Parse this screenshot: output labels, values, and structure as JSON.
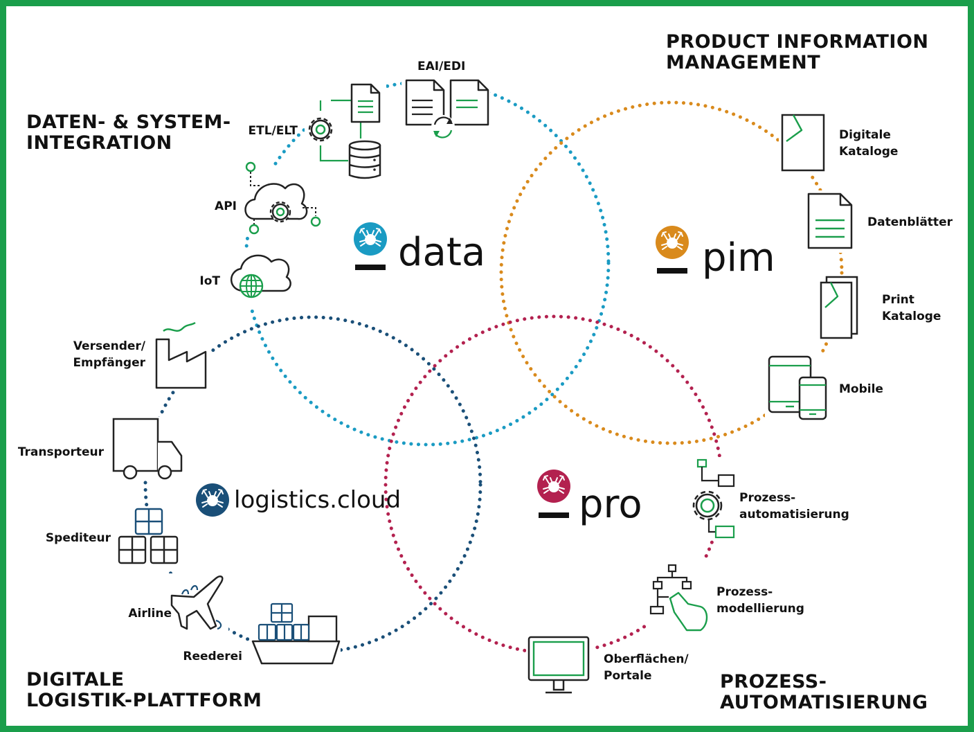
{
  "colors": {
    "border": "#1a9e4b",
    "data": "#1a9bc3",
    "pim": "#d98a1c",
    "logistics": "#1a4f78",
    "pro": "#b3214f",
    "icon_accent": "#1a9e4b"
  },
  "sections": {
    "data_integration": {
      "line1": "DATEN- & SYSTEM-",
      "line2": "INTEGRATION"
    },
    "pim": {
      "line1": "PRODUCT INFORMATION",
      "line2": "MANAGEMENT"
    },
    "logistics": {
      "line1": "DIGITALE",
      "line2": "LOGISTIK-PLATTFORM"
    },
    "process": {
      "line1": "PROZESS-",
      "line2": "AUTOMATISIERUNG"
    }
  },
  "brands": {
    "data": "data",
    "pim": "pim",
    "logistics": "logistics.cloud",
    "pro": "pro"
  },
  "labels": {
    "eai_edi": "EAI/EDI",
    "etl_elt": "ETL/ELT",
    "api": "API",
    "iot": "IoT",
    "versender": "Versender/",
    "empfaenger": "Empfänger",
    "transporteur": "Transporteur",
    "spediteur": "Spediteur",
    "airline": "Airline",
    "reederei": "Reederei",
    "digitale": "Digitale",
    "kataloge": "Kataloge",
    "datenblaetter": "Datenblätter",
    "print": "Print",
    "print_kataloge": "Kataloge",
    "mobile": "Mobile",
    "prozess1": "Prozess-",
    "automatisierung": "automatisierung",
    "prozess2": "Prozess-",
    "modellierung": "modellierung",
    "oberflaechen": "Oberflächen/",
    "portale": "Portale"
  },
  "icons": [
    "document-icon",
    "database-icon",
    "gear-icon",
    "cloud-icon",
    "globe-icon",
    "factory-icon",
    "truck-icon",
    "packages-icon",
    "airplane-icon",
    "ship-icon",
    "catalog-icon",
    "datasheet-icon",
    "print-catalog-icon",
    "mobile-devices-icon",
    "process-gear-icon",
    "process-model-icon",
    "monitor-icon",
    "logo-icon"
  ]
}
